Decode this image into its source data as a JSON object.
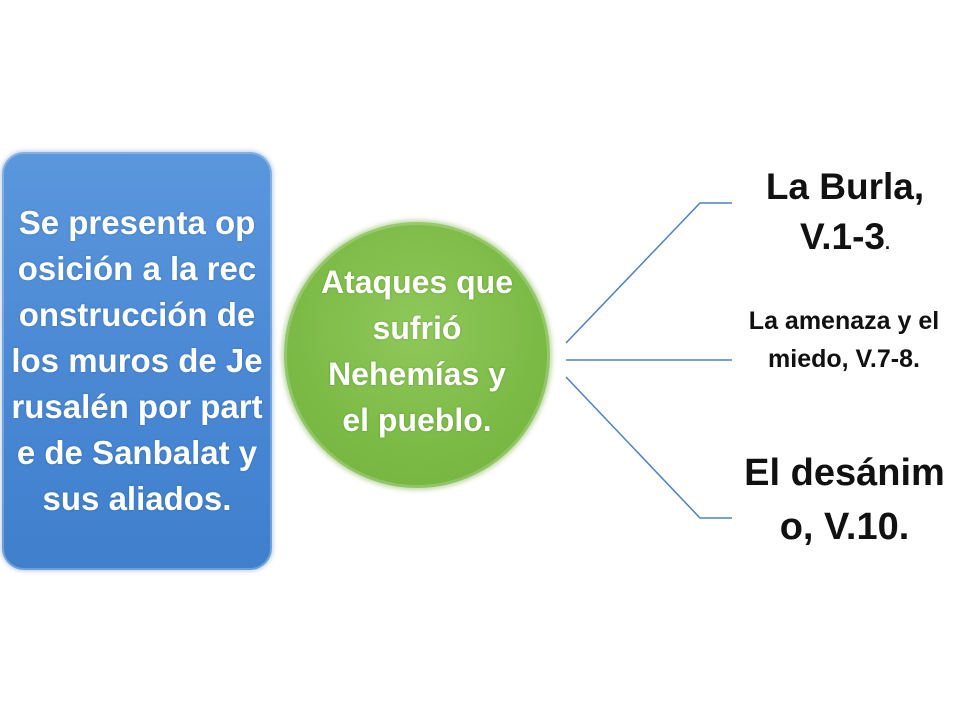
{
  "left_box": {
    "text": "Se presenta oposición a la reconstrucción de los muros de Jerusalén por parte de Sanbalat y sus aliados.",
    "color": "#4a88d4"
  },
  "center_circle": {
    "text": "Ataques que sufrió Nehemías y el pueblo.",
    "color": "#7dbb47"
  },
  "connector_color": "#4f81bd",
  "branches": [
    {
      "text": "La Burla, V.1-3",
      "suffix": "."
    },
    {
      "text": "La amenaza y el miedo, V.7-8."
    },
    {
      "text": "El desánimo, V.10."
    }
  ]
}
